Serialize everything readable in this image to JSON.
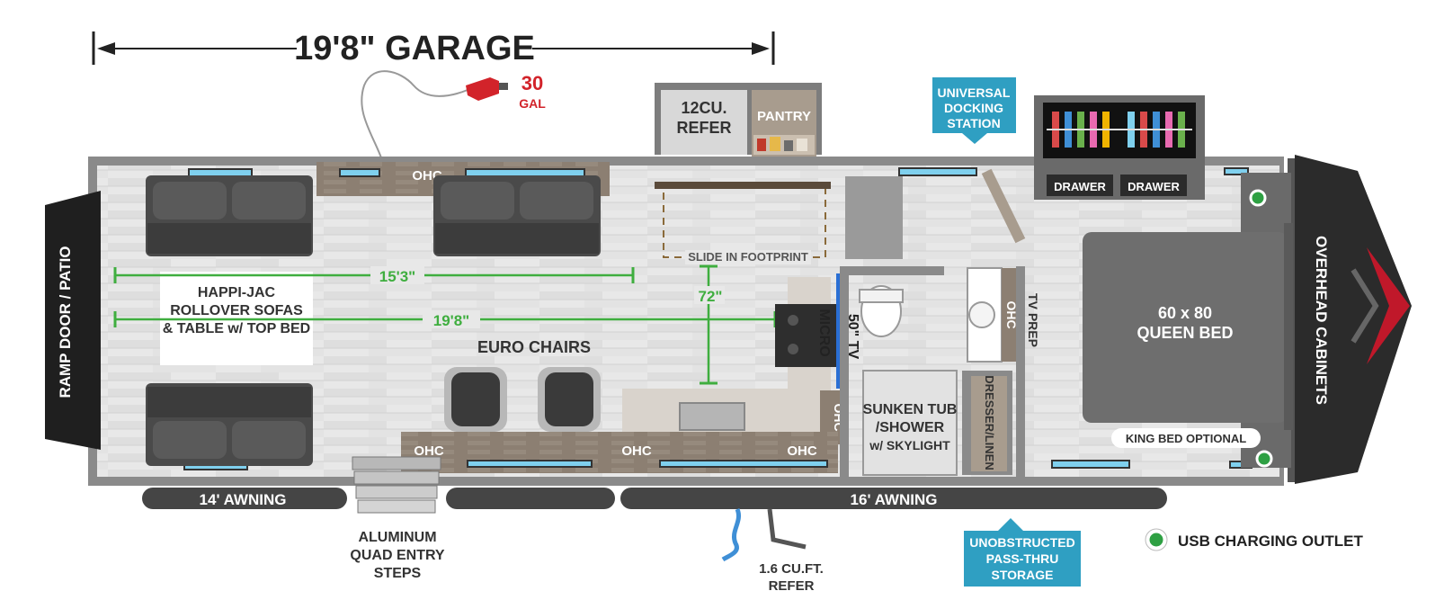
{
  "garage_dim": "19'8\" GARAGE",
  "fuel": {
    "amount": "30",
    "unit": "GAL"
  },
  "ramp": "RAMP DOOR / PATIO",
  "sofas": [
    "HAPPI-JAC",
    "ROLLOVER SOFAS",
    "& TABLE w/ TOP BED"
  ],
  "dims": {
    "len_15": "15'3\"",
    "len_19": "19'8\"",
    "width_72": "72\""
  },
  "euro_chairs": "EURO CHAIRS",
  "refer": [
    "12CU.",
    "REFER"
  ],
  "pantry": "PANTRY",
  "slide_footprint": "SLIDE IN FOOTPRINT",
  "ohc": "OHC",
  "micro": "MICRO",
  "tv": "50\" TV",
  "tv_prep": "TV PREP",
  "docking": [
    "UNIVERSAL",
    "DOCKING",
    "STATION"
  ],
  "drawer": "DRAWER",
  "queen_bed": [
    "60 x 80",
    "QUEEN BED"
  ],
  "king_optional": "KING BED OPTIONAL",
  "overhead_cabinets": "OVERHEAD CABINETS",
  "tub": [
    "SUNKEN TUB",
    "/SHOWER",
    "w/ SKYLIGHT"
  ],
  "dresser": "DRESSER/LINEN",
  "awning_14": "14' AWNING",
  "awning_16": "16' AWNING",
  "steps": [
    "ALUMINUM",
    "QUAD ENTRY",
    "STEPS"
  ],
  "outdoor_refer": [
    "1.6 CU.FT.",
    "REFER"
  ],
  "storage": [
    "UNOBSTRUCTED",
    "PASS-THRU",
    "STORAGE"
  ],
  "usb_legend": "USB CHARGING OUTLET",
  "colors": {
    "wall": "#8a8a8a",
    "floor": "#e6e6e6",
    "cabinet": "#8c7f72",
    "sofa": "#4a4a4a",
    "dimension": "#3fae3f",
    "callout": "#2f9fc2",
    "fuel": "#d2232a",
    "usb": "#2ea043",
    "awning": "#454545",
    "nose": "#2b2b2b"
  }
}
